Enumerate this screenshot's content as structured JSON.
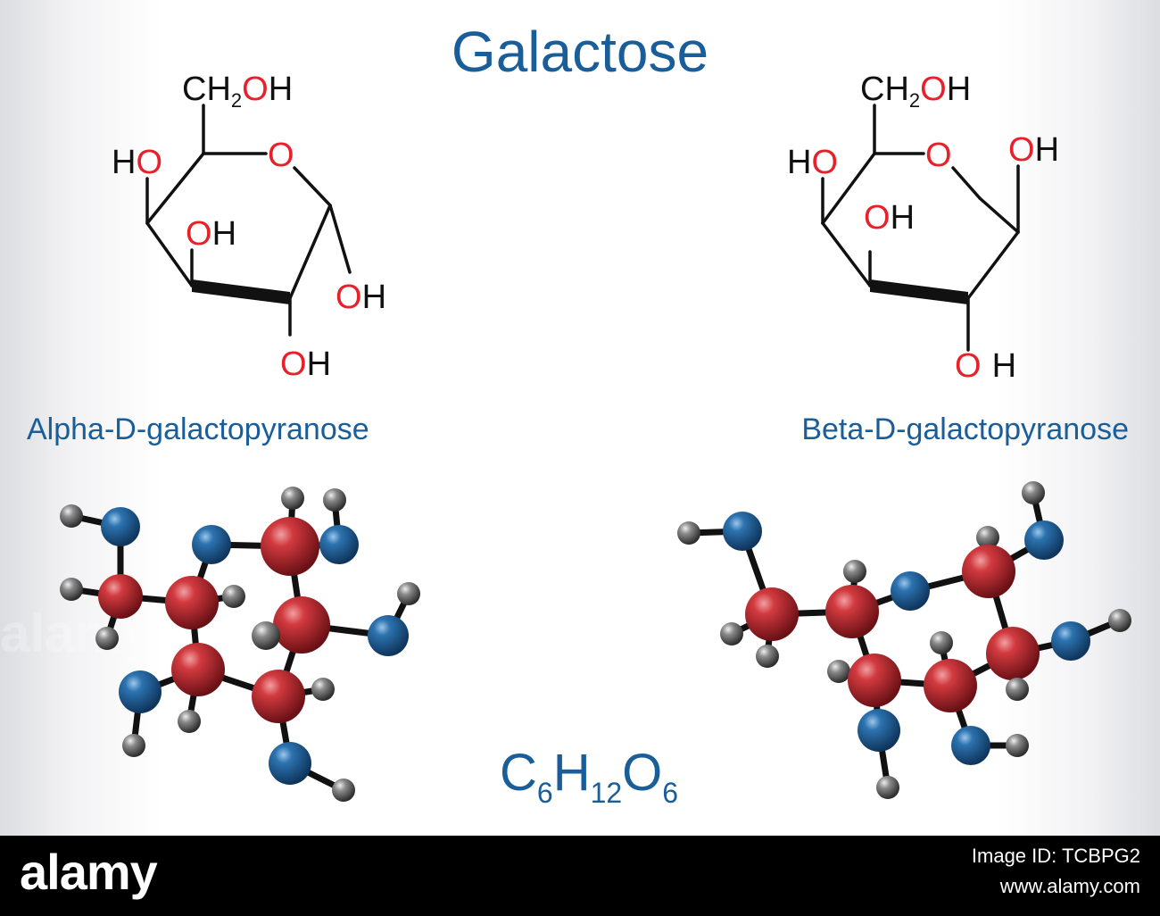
{
  "title": "Galactose",
  "structures": [
    {
      "name": "Alpha-D-galactopyranose",
      "labels": {
        "ch2oh": {
          "pre": "CH",
          "sub": "2",
          "o": "O",
          "h": "H"
        },
        "ho_c4": {
          "h": "H",
          "o": "O"
        },
        "o_ring": {
          "o": "O"
        },
        "oh_c3": {
          "o": "O",
          "h": "H"
        },
        "oh_c1": {
          "o": "O",
          "h": "H"
        },
        "oh_c2": {
          "o": "O",
          "h": "H"
        }
      }
    },
    {
      "name": "Beta-D-galactopyranose",
      "labels": {
        "ch2oh": {
          "pre": "CH",
          "sub": "2",
          "o": "O",
          "h": "H"
        },
        "ho_c4": {
          "h": "H",
          "o": "O"
        },
        "o_ring": {
          "o": "O"
        },
        "oh_c1": {
          "o": "O",
          "h": "H"
        },
        "oh_c3": {
          "o": "O",
          "h": "H"
        },
        "oh_c2": {
          "o": "O",
          "h": "H"
        }
      }
    }
  ],
  "formula": {
    "c": "C",
    "c_n": "6",
    "h": "H",
    "h_n": "12",
    "o": "O",
    "o_n": "6"
  },
  "watermark": {
    "text": "alamy"
  },
  "footer": {
    "logo": "alamy",
    "image_id": "Image ID: TCBPG2",
    "site": "www.alamy.com"
  },
  "colors": {
    "title": "#1a5e99",
    "oxygen_label": "#e8202a",
    "bond": "#111111",
    "carbon_atom": "#c1272d",
    "oxygen_atom": "#1f5f96",
    "hydrogen_atom": "#7a7a7a",
    "footer_background": "#000000"
  }
}
